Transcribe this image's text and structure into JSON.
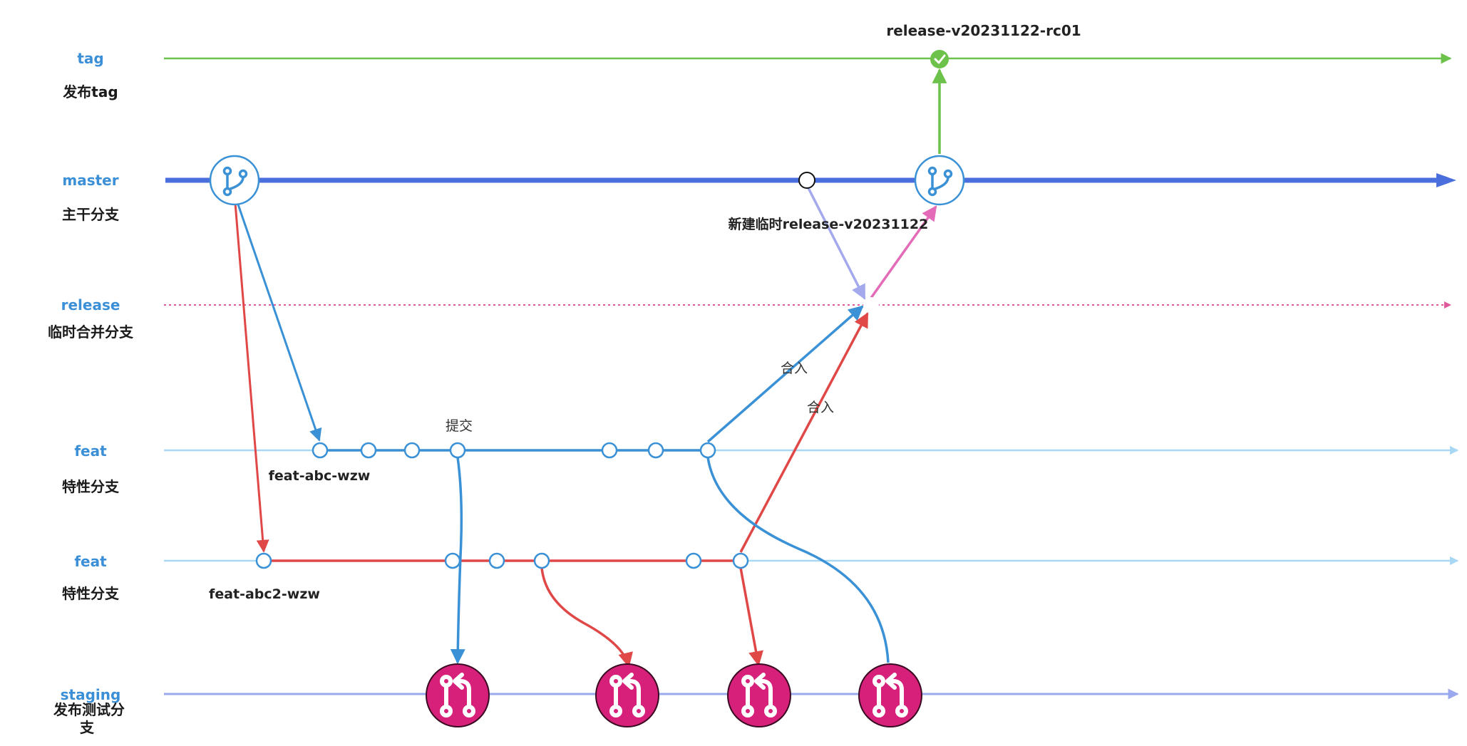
{
  "lanes": {
    "tag": {
      "name": "tag",
      "desc": "发布tag"
    },
    "master": {
      "name": "master",
      "desc": "主干分支"
    },
    "release": {
      "name": "release",
      "desc": "临时合并分支"
    },
    "feat1": {
      "name": "feat",
      "desc": "特性分支"
    },
    "feat2": {
      "name": "feat",
      "desc": "特性分支"
    },
    "staging": {
      "name": "staging",
      "desc_line1": "发布测试分",
      "desc_line2": "支"
    }
  },
  "labels": {
    "tag_release": "release-v20231122-rc01",
    "new_release": "新建临时release-v20231122",
    "feat_abc": "feat-abc-wzw",
    "feat_abc2": "feat-abc2-wzw",
    "commit_note": "提交",
    "merge_in_1": "合入",
    "merge_in_2": "合入"
  },
  "icons": {
    "branch": "git-branch-icon",
    "pull_request": "pull-request-icon",
    "check": "check-icon"
  },
  "colors": {
    "tag_line": "#6cc24a",
    "master_line": "#4a6fdc",
    "release_line": "#e0589c",
    "feat_line": "#a9d8f5",
    "feat_abc_line": "#3a91d6",
    "feat_abc2_line": "#e04848",
    "staging_line": "#9aa8ee",
    "pr_badge": "#d6207a",
    "lane_text": "#3b8fd6"
  }
}
